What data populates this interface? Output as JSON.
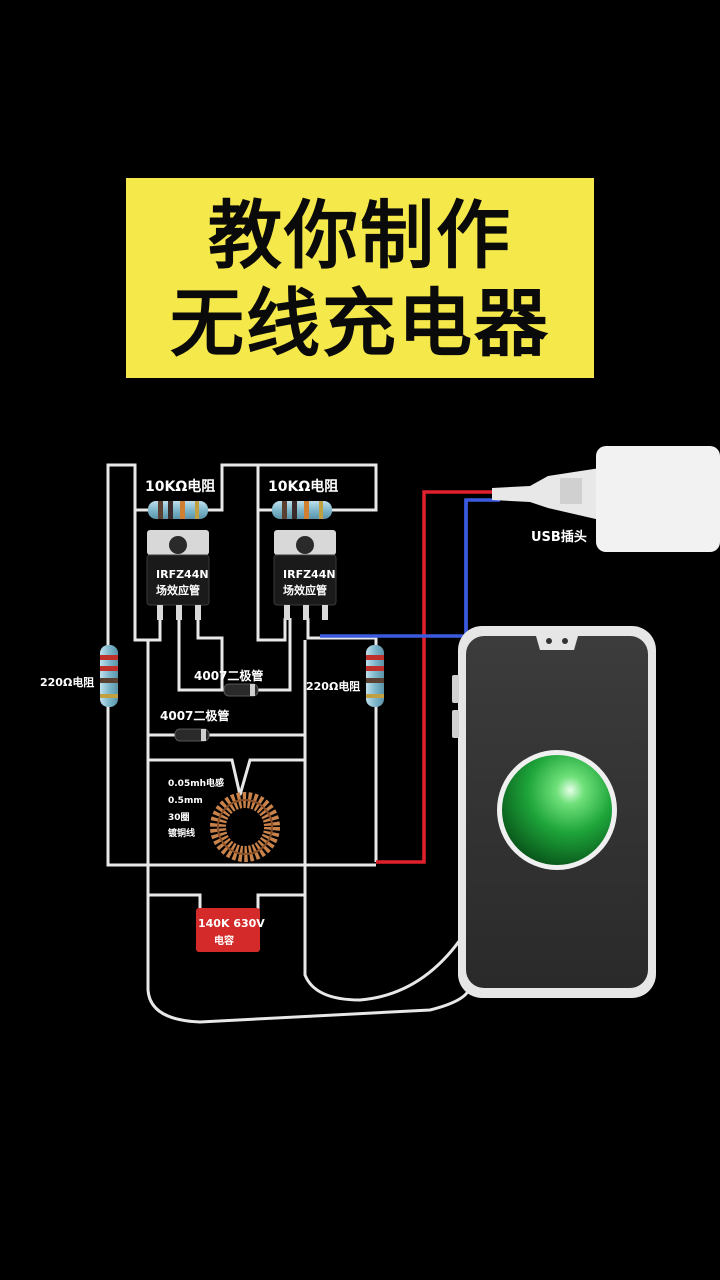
{
  "title": {
    "line1": "教你制作",
    "line2": "无线充电器"
  },
  "labels": {
    "resistor_10k_left": "10KΩ电阻",
    "resistor_10k_right": "10KΩ电阻",
    "mosfet_left_model": "IRFZ44N",
    "mosfet_left_name": "场效应管",
    "mosfet_right_model": "IRFZ44N",
    "mosfet_right_name": "场效应管",
    "resistor_220_left": "220Ω电阻",
    "resistor_220_right": "220Ω电阻",
    "diode_upper": "4007二极管",
    "diode_lower": "4007二极管",
    "inductor_line1": "0.05mh电感",
    "inductor_line2": "0.5mm",
    "inductor_line3": "30圈",
    "inductor_line4": "镀铜线",
    "capacitor_line1": "140K 630V",
    "capacitor_line2": "电容",
    "usb_plug": "USB插头"
  },
  "colors": {
    "title_bg": "#f5e84a",
    "wire": "#e8e8e8",
    "positive_wire": "#e0202a",
    "negative_wire": "#3a5ae0",
    "capacitor": "#d42a2a",
    "indicator_green": "#22c24a"
  }
}
